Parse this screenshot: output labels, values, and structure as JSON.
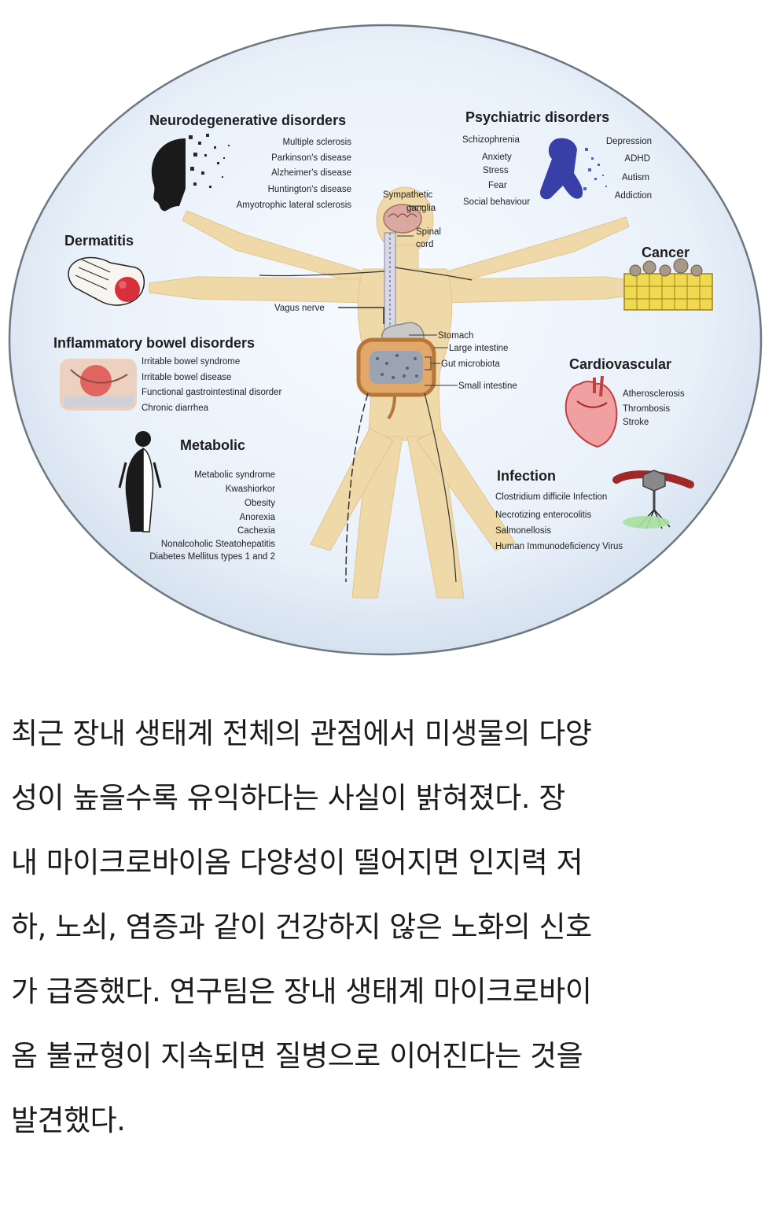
{
  "diagram": {
    "neuro": {
      "heading": "Neurodegenerative disorders",
      "items": [
        "Multiple sclerosis",
        "Parkinson's disease",
        "Alzheimer's disease",
        "Huntington's disease",
        "Amyotrophic lateral sclerosis"
      ]
    },
    "psych": {
      "heading": "Psychiatric disorders",
      "left_items": [
        "Schizophrenia",
        "Anxiety",
        "Stress",
        "Fear",
        "Social behaviour"
      ],
      "right_items": [
        "Depression",
        "ADHD",
        "Autism",
        "Addiction"
      ]
    },
    "dermatitis": {
      "heading": "Dermatitis"
    },
    "cancer": {
      "heading": "Cancer"
    },
    "ibd": {
      "heading": "Inflammatory bowel disorders",
      "items": [
        "Irritable bowel syndrome",
        "Irritable bowel disease",
        "Functional gastrointestinal disorder",
        "Chronic diarrhea"
      ]
    },
    "cardio": {
      "heading": "Cardiovascular",
      "items": [
        "Atherosclerosis",
        "Thrombosis",
        "Stroke"
      ]
    },
    "metabolic": {
      "heading": "Metabolic",
      "items": [
        "Metabolic syndrome",
        "Kwashiorkor",
        "Obesity",
        "Anorexia",
        "Cachexia",
        "Nonalcoholic Steatohepatitis",
        "Diabetes Mellitus types 1 and 2"
      ]
    },
    "infection": {
      "heading": "Infection",
      "items": [
        "Clostridium difficile Infection",
        "Necrotizing enterocolitis",
        "Salmonellosis",
        "Human Immunodeficiency Virus"
      ]
    },
    "anatomy": {
      "sympathetic_1": "Sympathetic",
      "sympathetic_2": "ganglia",
      "spinal_1": "Spinal",
      "spinal_2": "cord",
      "vagus": "Vagus nerve",
      "stomach": "Stomach",
      "large_intestine": "Large intestine",
      "gut_microbiota": "Gut microbiota",
      "small_intestine": "Small intestine"
    }
  },
  "article": {
    "lines": [
      "최근 장내 생태계 전체의 관점에서 미생물의 다양",
      "성이 높을수록 유익하다는 사실이 밝혀졌다.  장",
      "내 마이크로바이옴 다양성이 떨어지면 인지력 저",
      "하, 노쇠, 염증과 같이 건강하지 않은 노화의 신호",
      "가 급증했다. 연구팀은 장내 생태계 마이크로바이",
      "옴 불균형이 지속되면 질병으로 이어진다는 것을",
      "발견했다."
    ]
  }
}
